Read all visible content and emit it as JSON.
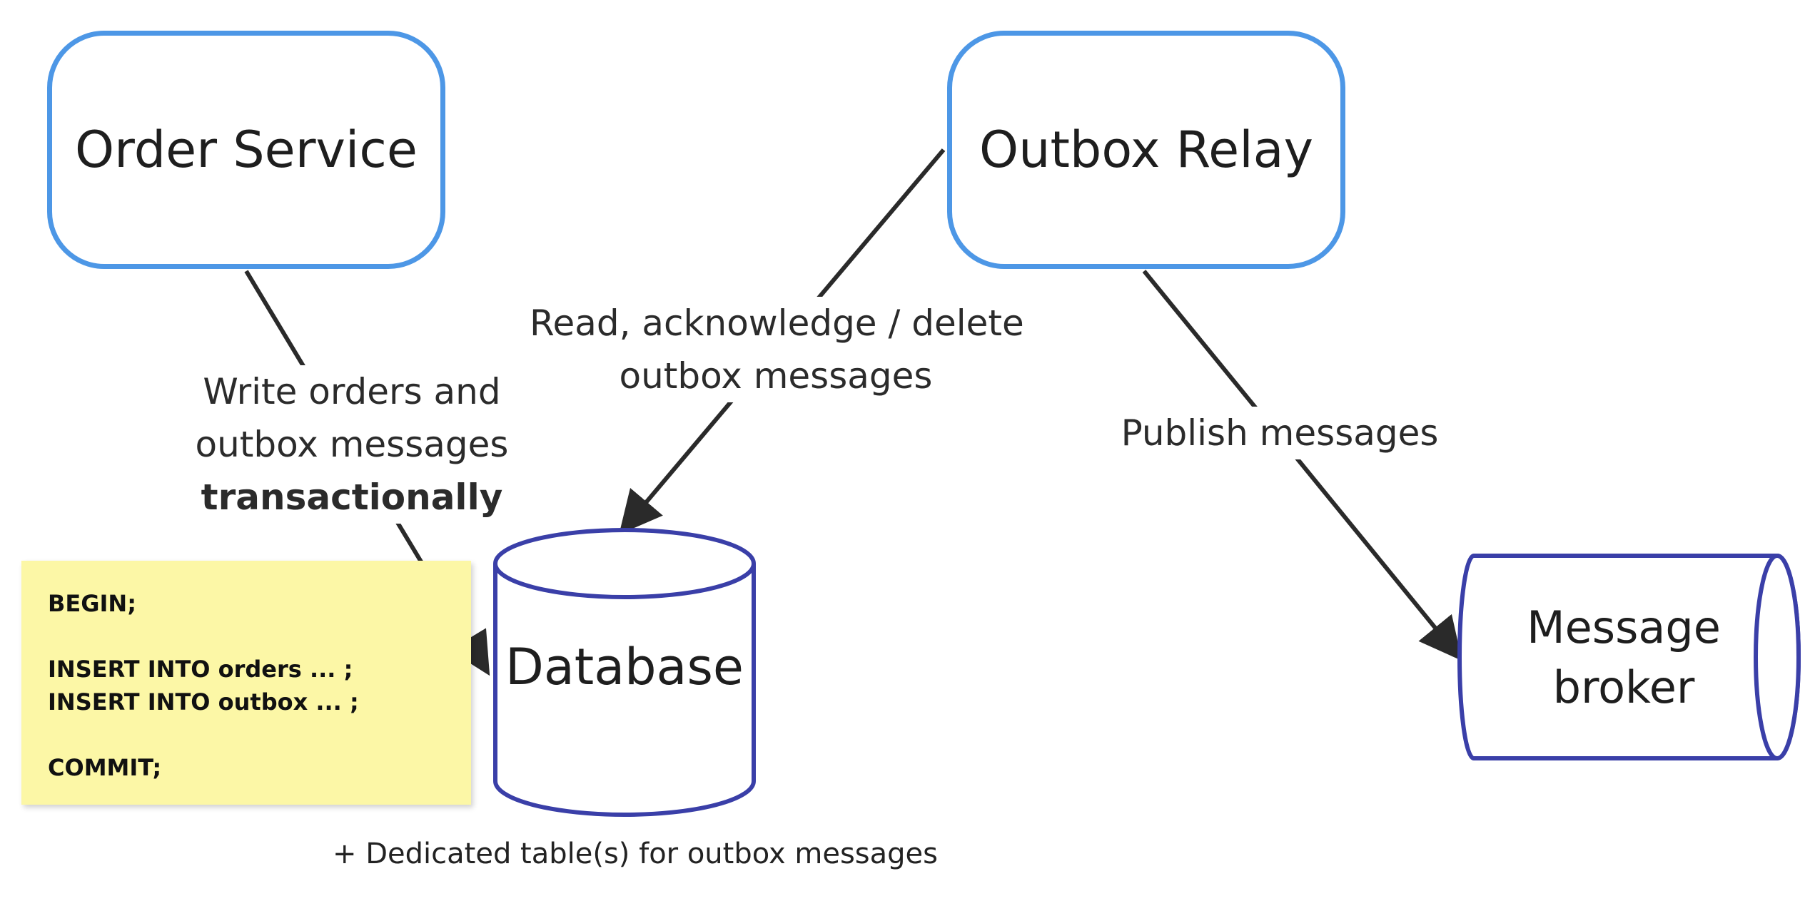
{
  "nodes": {
    "order_service": "Order Service",
    "outbox_relay": "Outbox Relay",
    "database": "Database",
    "message_broker": [
      "Message",
      "broker"
    ]
  },
  "edges": {
    "write": {
      "lines": [
        "Write orders and",
        "outbox messages"
      ],
      "emphasis": "transactionally"
    },
    "read": {
      "lines": [
        "Read, acknowledge / delete",
        "outbox messages"
      ]
    },
    "publish": {
      "label": "Publish messages"
    }
  },
  "sticky_note": {
    "lines": [
      "BEGIN;",
      "",
      "INSERT INTO orders ... ;",
      "INSERT INTO outbox ... ;",
      "",
      "COMMIT;"
    ]
  },
  "database_note": "+ Dedicated table(s) for outbox messages",
  "colors": {
    "service_border": "#4d97e6",
    "store_border": "#3a3fa8",
    "arrow": "#2a2a2a",
    "sticky": "#fcf7a6"
  }
}
